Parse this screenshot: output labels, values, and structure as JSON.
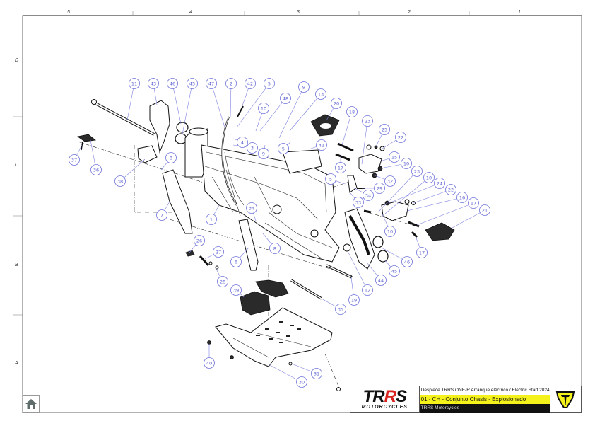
{
  "sheet": {
    "column_labels": [
      "5",
      "4",
      "3",
      "2",
      "1"
    ],
    "row_labels": [
      "D",
      "C",
      "B",
      "A"
    ]
  },
  "title_block": {
    "logo_text": "TRRS",
    "logo_subtext": "MOTORCYCLES",
    "line1": "Despiece TRRS ONE-R  Arranque eléctrico / Electric Start 2024",
    "line2": "01 - CH - Conjunto Chasis - Explosionado",
    "line3": "TRRS Motorcycles",
    "accent_color": "#f4f21a",
    "brand_red": "#d9231e"
  },
  "home_button": {
    "icon": "home-icon"
  },
  "callouts": [
    "11",
    "43",
    "46",
    "45",
    "47",
    "2",
    "42",
    "5",
    "48",
    "9",
    "10",
    "13",
    "20",
    "18",
    "23",
    "25",
    "22",
    "15",
    "10",
    "41",
    "4",
    "3",
    "5",
    "9",
    "8",
    "37",
    "36",
    "38",
    "17",
    "32",
    "23",
    "10",
    "29",
    "34",
    "33",
    "5",
    "24",
    "22",
    "16",
    "17",
    "21",
    "7",
    "1",
    "34",
    "8",
    "26",
    "27",
    "6",
    "28",
    "10",
    "17",
    "46",
    "45",
    "44",
    "12",
    "19",
    "39",
    "35",
    "40",
    "31",
    "30"
  ]
}
